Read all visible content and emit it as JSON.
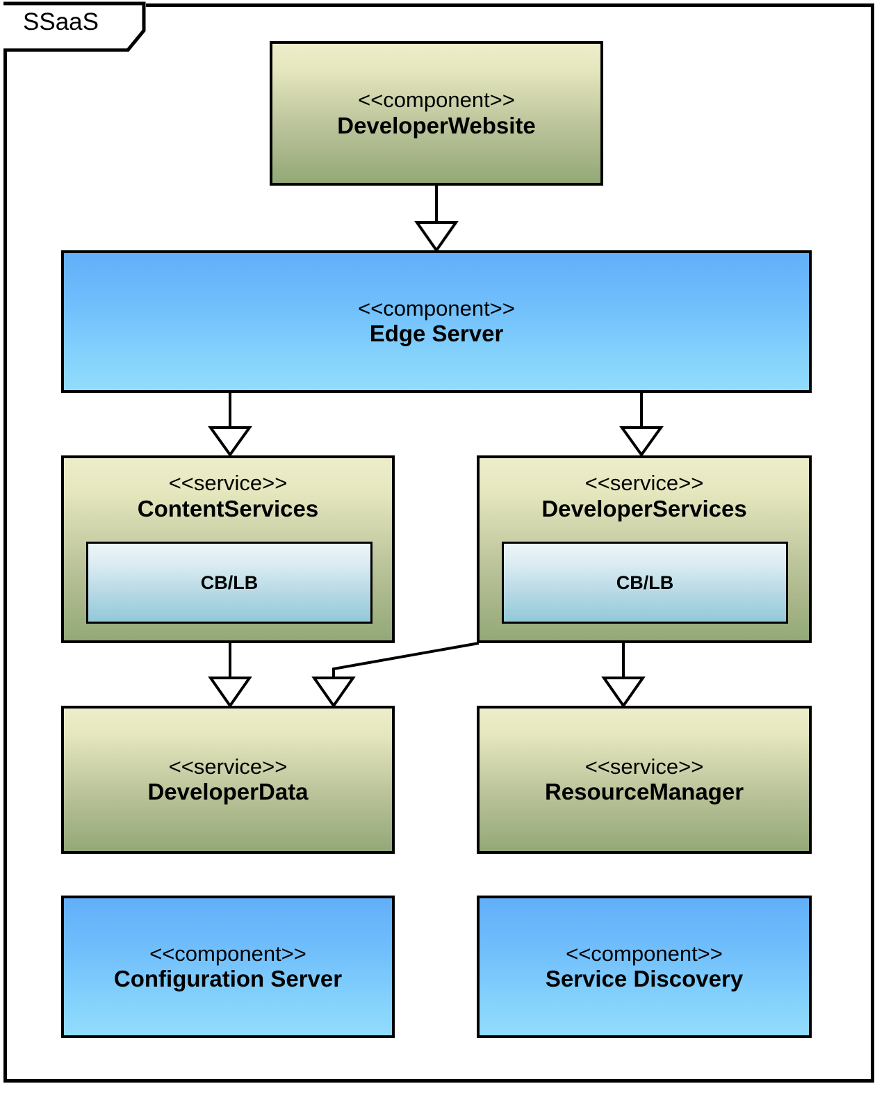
{
  "diagram": {
    "type": "uml-component-diagram",
    "frame_label": "SSaaS",
    "colors": {
      "olive_gradient_top": "#EDEDCB",
      "olive_gradient_bottom": "#93A877",
      "blue_gradient_top": "#62AFFA",
      "blue_gradient_bottom": "#92DCFC",
      "inner_gradient_top": "#EDF5F8",
      "inner_gradient_bottom": "#92C9D8",
      "border": "#000000",
      "background": "#FFFFFF"
    },
    "nodes": [
      {
        "id": "developer-website",
        "stereotype": "<<component>>",
        "name": "DeveloperWebsite",
        "style": "olive"
      },
      {
        "id": "edge-server",
        "stereotype": "<<component>>",
        "name": "Edge Server",
        "style": "blue"
      },
      {
        "id": "content-services",
        "stereotype": "<<service>>",
        "name": "ContentServices",
        "style": "olive",
        "inner": {
          "label": "CB/LB"
        }
      },
      {
        "id": "developer-services",
        "stereotype": "<<service>>",
        "name": "DeveloperServices",
        "style": "olive",
        "inner": {
          "label": "CB/LB"
        }
      },
      {
        "id": "developer-data",
        "stereotype": "<<service>>",
        "name": "DeveloperData",
        "style": "olive"
      },
      {
        "id": "resource-manager",
        "stereotype": "<<service>>",
        "name": "ResourceManager",
        "style": "olive"
      },
      {
        "id": "configuration-server",
        "stereotype": "<<component>>",
        "name": "Configuration Server",
        "style": "blue"
      },
      {
        "id": "service-discovery",
        "stereotype": "<<component>>",
        "name": "Service Discovery",
        "style": "blue"
      }
    ],
    "edges": [
      {
        "from": "developer-website",
        "to": "edge-server",
        "arrow": "hollow-triangle"
      },
      {
        "from": "edge-server",
        "to": "content-services",
        "arrow": "hollow-triangle"
      },
      {
        "from": "edge-server",
        "to": "developer-services",
        "arrow": "hollow-triangle"
      },
      {
        "from": "content-services",
        "to": "developer-data",
        "arrow": "hollow-triangle"
      },
      {
        "from": "developer-services",
        "to": "developer-data",
        "arrow": "hollow-triangle"
      },
      {
        "from": "developer-services",
        "to": "resource-manager",
        "arrow": "hollow-triangle"
      }
    ]
  }
}
